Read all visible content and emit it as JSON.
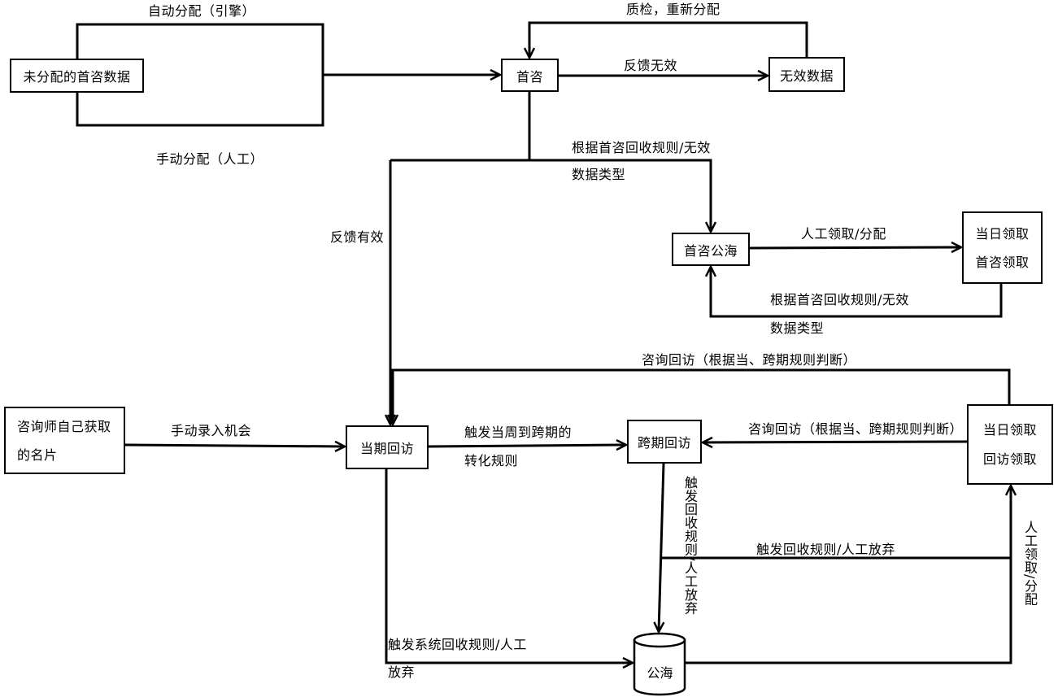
{
  "nodes": {
    "unassigned": "未分配的首咨数据",
    "first_consult": "首咨",
    "invalid_data": "无效数据",
    "first_pool": "首咨公海",
    "daily_first_claim": [
      "当日领取",
      "首咨领取"
    ],
    "self_card": [
      "咨询师自己获取",
      "的名片"
    ],
    "current_visit": "当期回访",
    "cross_visit": "跨期回访",
    "daily_visit_claim": [
      "当日领取",
      "回访领取"
    ],
    "public_pool": "公海"
  },
  "edges": {
    "auto_assign": "自动分配（引擎）",
    "manual_assign": "手动分配（人工）",
    "qc_reassign": "质检，重新分配",
    "feedback_invalid": "反馈无效",
    "rule_to_first_pool": [
      "根据首咨回收规则/无效",
      "数据类型"
    ],
    "feedback_valid": "反馈有效",
    "manual_claim_first": "人工领取/分配",
    "rule_back_first_pool": [
      "根据首咨回收规则/无效",
      "数据类型"
    ],
    "consult_visit_top": "咨询回访（根据当、跨期规则判断）",
    "manual_entry": "手动录入机会",
    "trigger_cross": [
      "触发当周到跨期的",
      "转化规则"
    ],
    "consult_visit_mid": "咨询回访（根据当、跨期规则判断）",
    "trigger_recycle_vertical": "触发回收规则/人工放弃",
    "trigger_recycle_horizontal": "触发回收规则/人工放弃",
    "manual_claim_pool": "人工领取/分配",
    "trigger_system_recycle": [
      "触发系统回收规则/人工",
      "放弃"
    ]
  },
  "colors": {
    "line": "#000000",
    "background": "#ffffff"
  }
}
